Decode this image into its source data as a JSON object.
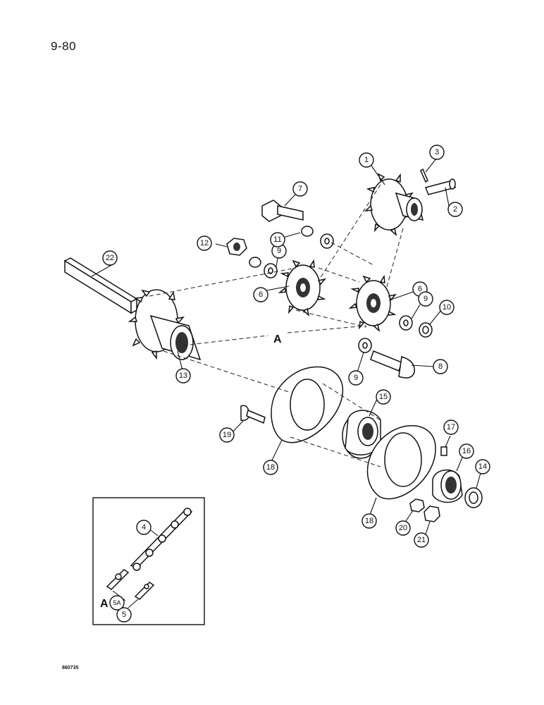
{
  "page": {
    "number": "9-80",
    "ref_code": "860735"
  },
  "callouts": [
    "1",
    "2",
    "3",
    "4",
    "5",
    "5A",
    "6",
    "6",
    "7",
    "8",
    "9",
    "9",
    "9",
    "10",
    "11",
    "12",
    "13",
    "14",
    "15",
    "16",
    "17",
    "18",
    "18",
    "19",
    "20",
    "21",
    "22"
  ],
  "labels": {
    "chain_path": "A",
    "inset": "A"
  },
  "colors": {
    "ink": "#111111",
    "paper": "#ffffff"
  }
}
